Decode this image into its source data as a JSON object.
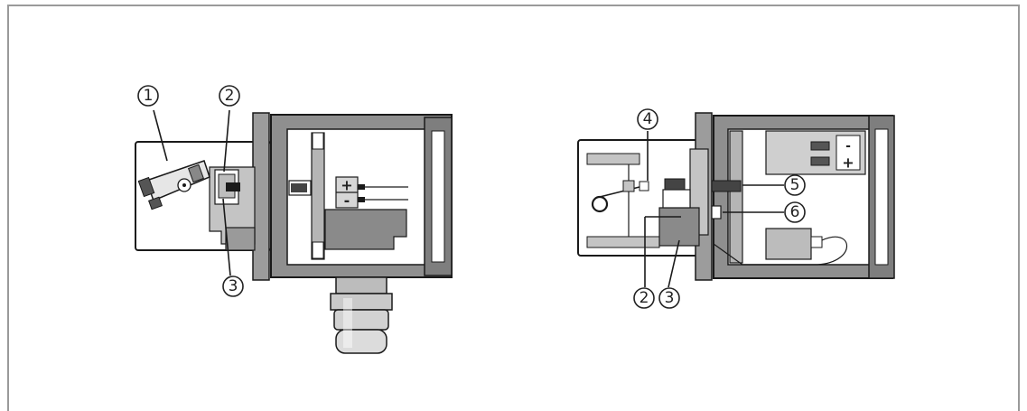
{
  "left_view": {
    "callouts": [
      {
        "id": "1",
        "label": "①"
      },
      {
        "id": "2",
        "label": "②"
      },
      {
        "id": "3",
        "label": "③"
      }
    ],
    "polarity": {
      "plus": "+",
      "minus": "-"
    }
  },
  "right_view": {
    "callouts": [
      {
        "id": "4",
        "label": "④"
      },
      {
        "id": "5",
        "label": "⑤"
      },
      {
        "id": "6",
        "label": "⑥"
      },
      {
        "id": "2",
        "label": "②"
      },
      {
        "id": "3",
        "label": "③"
      }
    ],
    "polarity": {
      "minus": "-",
      "plus": "+"
    }
  }
}
